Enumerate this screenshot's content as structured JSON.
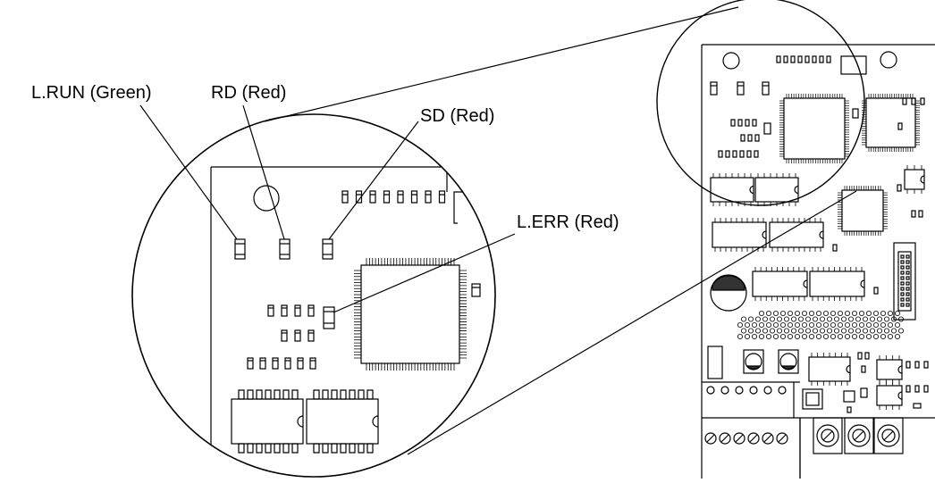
{
  "diagram": {
    "labels": {
      "lrun": "L.RUN (Green)",
      "rd": "RD (Red)",
      "sd": "SD (Red)",
      "lerr": "L.ERR (Red)"
    },
    "colors": {
      "line": "#000000",
      "background": "#ffffff",
      "shade": "#555555"
    }
  }
}
